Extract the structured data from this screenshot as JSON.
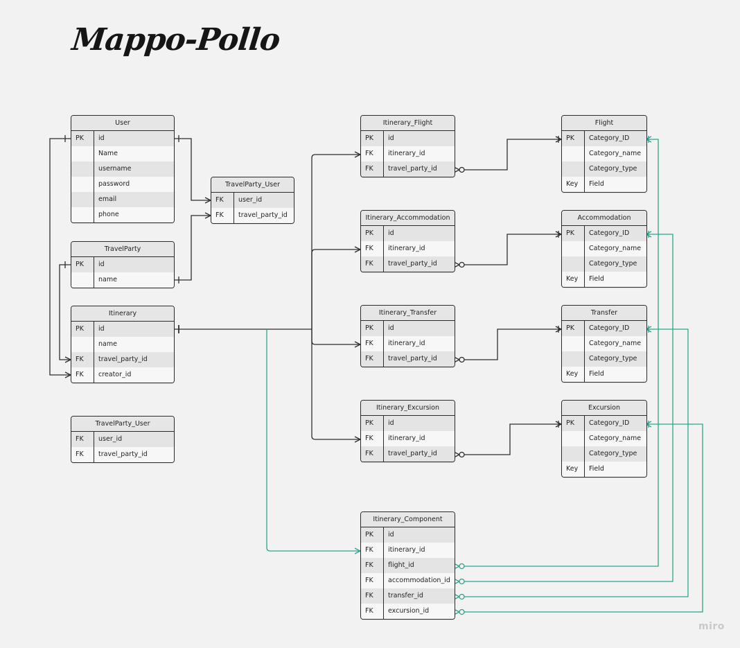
{
  "title": "Mappo-Pollo",
  "watermark": "miro",
  "colors": {
    "line": "#2c2c2c",
    "accent": "#2aa58a",
    "header": "#e6e6e6"
  },
  "tables": [
    {
      "id": "user",
      "name": "User",
      "rows": [
        [
          "PK",
          "id"
        ],
        [
          "",
          "Name"
        ],
        [
          "",
          "username"
        ],
        [
          "",
          "password"
        ],
        [
          "",
          "email"
        ],
        [
          "",
          "phone"
        ]
      ]
    },
    {
      "id": "travelparty_user_a",
      "name": "TravelParty_User",
      "rows": [
        [
          "FK",
          "user_id"
        ],
        [
          "FK",
          "travel_party_id"
        ]
      ]
    },
    {
      "id": "travelparty",
      "name": "TravelParty",
      "rows": [
        [
          "PK",
          "id"
        ],
        [
          "",
          "name"
        ]
      ]
    },
    {
      "id": "itinerary",
      "name": "Itinerary",
      "rows": [
        [
          "PK",
          "id"
        ],
        [
          "",
          "name"
        ],
        [
          "FK",
          "travel_party_id"
        ],
        [
          "FK",
          "creator_id"
        ]
      ]
    },
    {
      "id": "travelparty_user_b",
      "name": "TravelParty_User",
      "rows": [
        [
          "FK",
          "user_id"
        ],
        [
          "FK",
          "travel_party_id"
        ]
      ]
    },
    {
      "id": "itinerary_flight",
      "name": "Itinerary_Flight",
      "rows": [
        [
          "PK",
          "id"
        ],
        [
          "FK",
          "itinerary_id"
        ],
        [
          "FK",
          "travel_party_id"
        ]
      ]
    },
    {
      "id": "itinerary_accommodation",
      "name": "Itinerary_Accommodation",
      "rows": [
        [
          "PK",
          "id"
        ],
        [
          "FK",
          "itinerary_id"
        ],
        [
          "FK",
          "travel_party_id"
        ]
      ]
    },
    {
      "id": "itinerary_transfer",
      "name": "Itinerary_Transfer",
      "rows": [
        [
          "PK",
          "id"
        ],
        [
          "FK",
          "itinerary_id"
        ],
        [
          "FK",
          "travel_party_id"
        ]
      ]
    },
    {
      "id": "itinerary_excursion",
      "name": "Itinerary_Excursion",
      "rows": [
        [
          "PK",
          "id"
        ],
        [
          "FK",
          "itinerary_id"
        ],
        [
          "FK",
          "travel_party_id"
        ]
      ]
    },
    {
      "id": "itinerary_component",
      "name": "Itinerary_Component",
      "rows": [
        [
          "PK",
          "id"
        ],
        [
          "FK",
          "itinerary_id"
        ],
        [
          "FK",
          "flight_id"
        ],
        [
          "FK",
          "accommodation_id"
        ],
        [
          "FK",
          "transfer_id"
        ],
        [
          "FK",
          "excursion_id"
        ]
      ]
    },
    {
      "id": "flight",
      "name": "Flight",
      "rows": [
        [
          "PK",
          "Category_ID"
        ],
        [
          "",
          "Category_name"
        ],
        [
          "",
          "Category_type"
        ],
        [
          "Key",
          "Field"
        ]
      ]
    },
    {
      "id": "accommodation",
      "name": "Accommodation",
      "rows": [
        [
          "PK",
          "Category_ID"
        ],
        [
          "",
          "Category_name"
        ],
        [
          "",
          "Category_type"
        ],
        [
          "Key",
          "Field"
        ]
      ]
    },
    {
      "id": "transfer",
      "name": "Transfer",
      "rows": [
        [
          "PK",
          "Category_ID"
        ],
        [
          "",
          "Category_name"
        ],
        [
          "",
          "Category_type"
        ],
        [
          "Key",
          "Field"
        ]
      ]
    },
    {
      "id": "excursion",
      "name": "Excursion",
      "rows": [
        [
          "PK",
          "Category_ID"
        ],
        [
          "",
          "Category_name"
        ],
        [
          "",
          "Category_type"
        ],
        [
          "Key",
          "Field"
        ]
      ]
    }
  ]
}
